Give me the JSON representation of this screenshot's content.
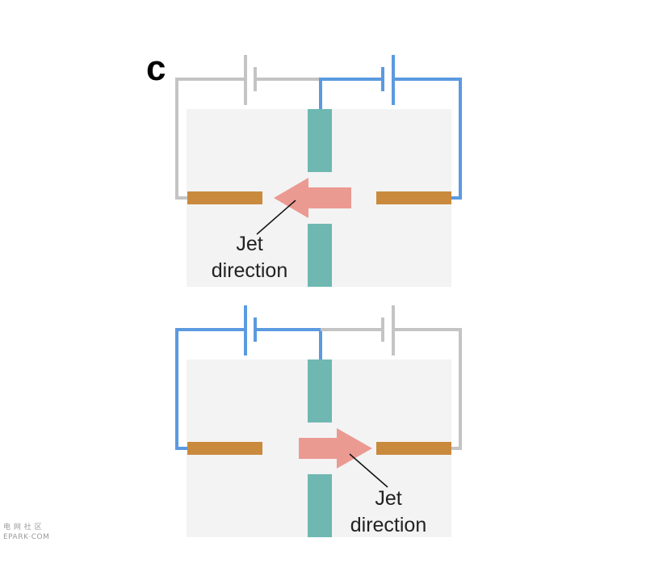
{
  "panel_label": "c",
  "colors": {
    "active_wire": "#5b9ae0",
    "inactive_wire": "#c4c4c4",
    "chamber": "#f3f3f4",
    "nozzle": "#6fb8b2",
    "electrode": "#c98a3d",
    "jet_arrow": "#eb9a92",
    "label_text": "#222222"
  },
  "top_panel": {
    "jet_label_line1": "Jet",
    "jet_label_line2": "direction",
    "jet_direction": "left",
    "active_battery": "right"
  },
  "bottom_panel": {
    "jet_label_line1": "Jet",
    "jet_label_line2": "direction",
    "jet_direction": "right",
    "active_battery": "left"
  },
  "watermark": {
    "line1": "电 网 社 区",
    "line2": "EPARK·COM"
  }
}
